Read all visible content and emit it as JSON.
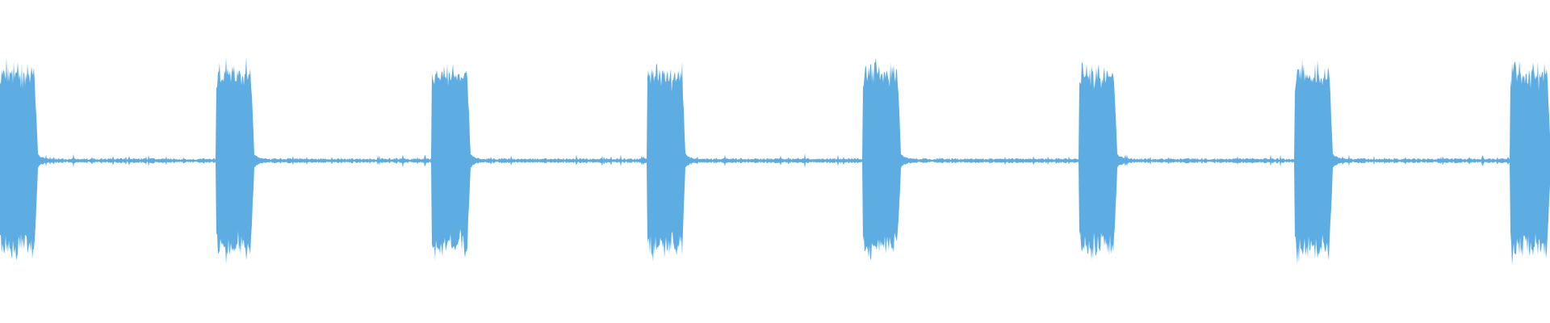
{
  "waveform": {
    "color": "#5dade2",
    "background": "#ffffff",
    "burst_count": 8,
    "burst_style": "dense-loud",
    "gap_style": "quiet-noise"
  }
}
